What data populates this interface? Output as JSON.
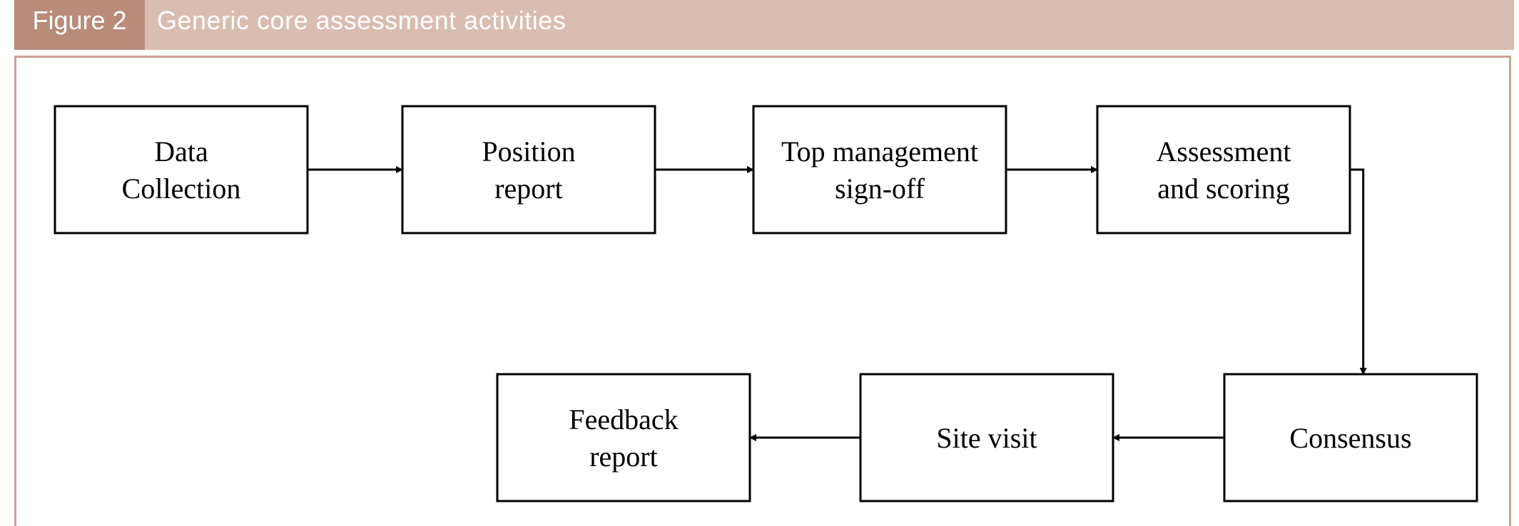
{
  "figure": {
    "tag": "Figure 2",
    "title": "Generic core assessment activities"
  },
  "colors": {
    "header_bg": "#d9bdb0",
    "tag_bg": "#b88b7a",
    "frame_border": "#c6a295"
  },
  "nodes": [
    {
      "id": "data-collection",
      "lines": [
        "Data",
        "Collection"
      ]
    },
    {
      "id": "position-report",
      "lines": [
        "Position",
        "report"
      ]
    },
    {
      "id": "top-management-sign-off",
      "lines": [
        "Top management",
        "sign-off"
      ]
    },
    {
      "id": "assessment-and-scoring",
      "lines": [
        "Assessment",
        "and scoring"
      ]
    },
    {
      "id": "consensus",
      "lines": [
        "Consensus"
      ]
    },
    {
      "id": "site-visit",
      "lines": [
        "Site visit"
      ]
    },
    {
      "id": "feedback-report",
      "lines": [
        "Feedback",
        "report"
      ]
    }
  ],
  "edges": [
    {
      "from": "data-collection",
      "to": "position-report"
    },
    {
      "from": "position-report",
      "to": "top-management-sign-off"
    },
    {
      "from": "top-management-sign-off",
      "to": "assessment-and-scoring"
    },
    {
      "from": "assessment-and-scoring",
      "to": "consensus"
    },
    {
      "from": "consensus",
      "to": "site-visit"
    },
    {
      "from": "site-visit",
      "to": "feedback-report"
    }
  ]
}
